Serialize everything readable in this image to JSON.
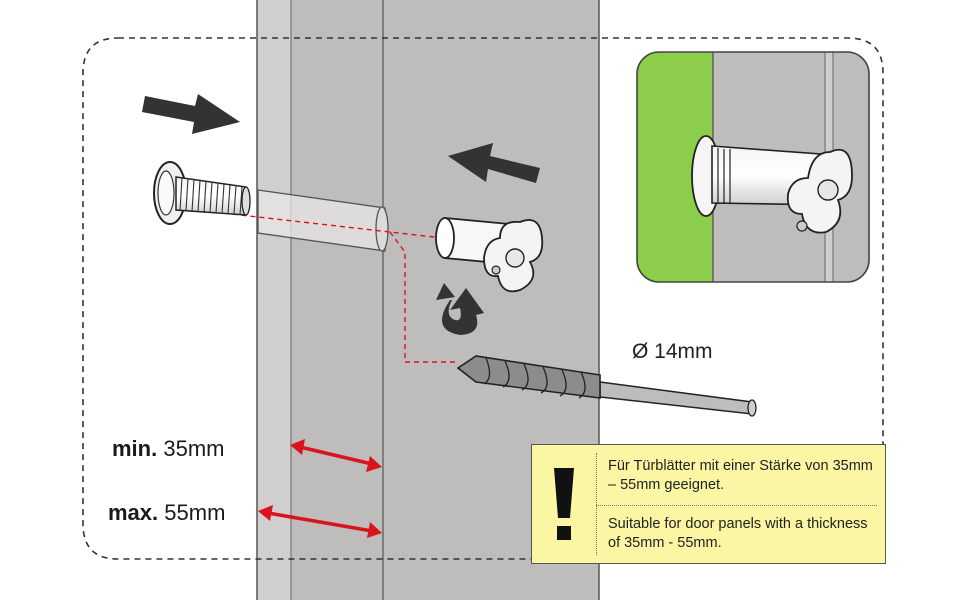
{
  "labels": {
    "diameter": "Ø 14mm",
    "min_key": "min.",
    "min_value": "35mm",
    "max_key": "max.",
    "max_value": "55mm"
  },
  "notice": {
    "text_de": "Für Türblätter mit einer Stärke von 35mm – 55mm geeignet.",
    "text_en": "Suitable for door panels with a thickness of 35mm - 55mm."
  },
  "colors": {
    "door": "#bfbcbc",
    "door_edge": "#cfcdcd",
    "arrow_red": "#d8141c",
    "inset_green": "#8ccd4b",
    "notice_bg": "#fbf6a3"
  },
  "icons": [
    "push-arrow-icon",
    "rotate-arrow-icon",
    "warning-icon"
  ]
}
